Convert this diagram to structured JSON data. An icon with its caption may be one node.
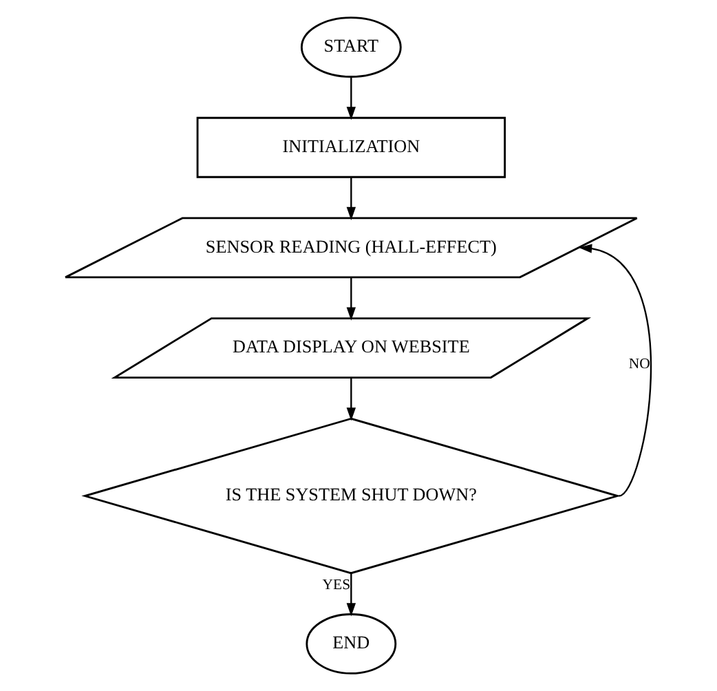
{
  "diagram": {
    "nodes": [
      {
        "text": [
          "START"
        ]
      },
      {
        "text": [
          "INITIALIZATION"
        ]
      },
      {
        "text": [
          "SENSOR READING (HALL-EFFECT)"
        ]
      },
      {
        "text": [
          "DATA DISPLAY ON WEBSITE"
        ]
      },
      {
        "text": [
          "IS THE SYSTEM SHUT DOWN?"
        ]
      },
      {
        "text": [
          "END"
        ]
      }
    ],
    "edges": [
      {
        "from": 0,
        "to": 1,
        "arrow": "to"
      },
      {
        "from": 1,
        "to": 2,
        "arrow": "to"
      },
      {
        "from": 2,
        "to": 3,
        "arrow": "to"
      },
      {
        "from": 3,
        "to": 4,
        "arrow": "to"
      },
      {
        "from": 4,
        "to": 2,
        "arrow": "to",
        "label": "NO"
      },
      {
        "from": 4,
        "to": 5,
        "arrow": "to",
        "label": "YES"
      }
    ]
  }
}
